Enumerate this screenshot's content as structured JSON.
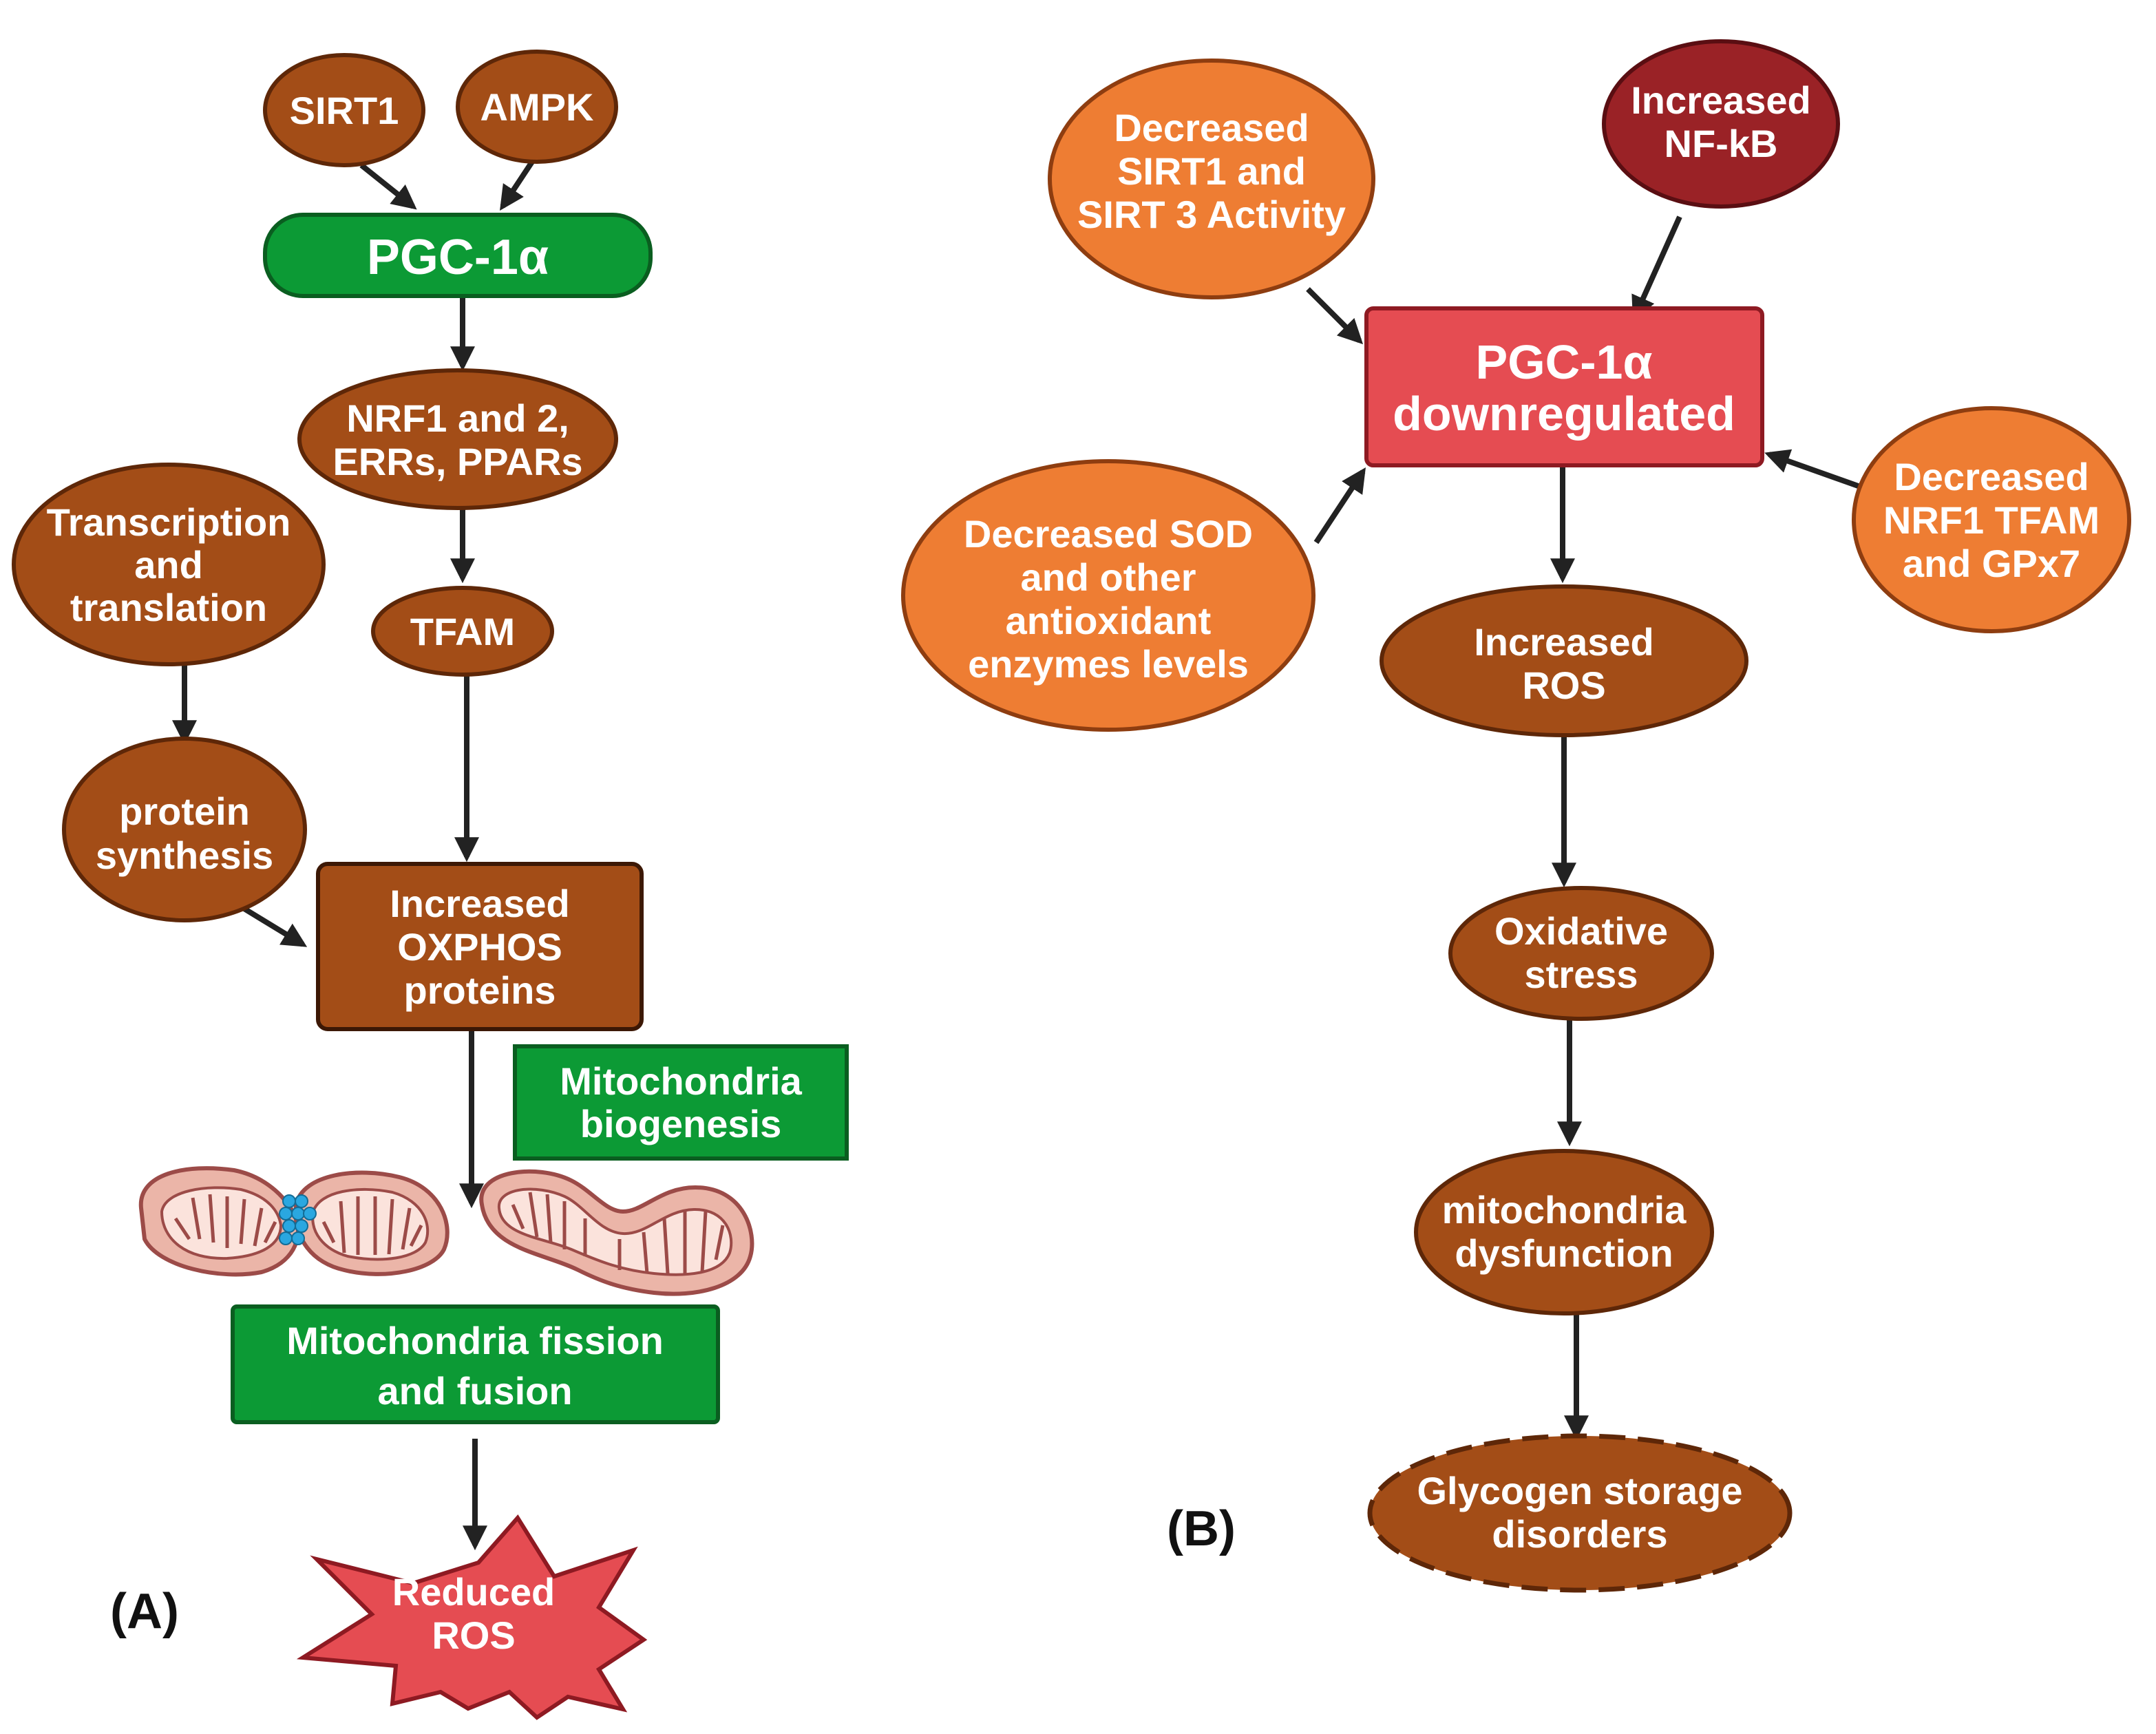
{
  "colors": {
    "brown": "#A34D17",
    "brown_stroke": "#5E2708",
    "green": "#0C9A35",
    "green_stroke": "#0A5E20",
    "orange": "#EE7D33",
    "orange_stroke": "#8E3D10",
    "dark_red": "#9A2226",
    "red": "#E54C52",
    "red_stroke": "#8E1A22",
    "arrow": "#222222",
    "mito_fill": "#EBB5A8",
    "mito_stroke": "#9C4B48",
    "mito_inner": "#FBE3DC",
    "connector_blue": "#2AA7E0"
  },
  "panel_a": {
    "label": "(A)",
    "sirt1": "SIRT1",
    "ampk": "AMPK",
    "pgc1a": "PGC-1α",
    "nrf": [
      "NRF1 and 2,",
      "ERRs, PPARs"
    ],
    "transcription": [
      "Transcription",
      "and",
      "translation"
    ],
    "tfam": "TFAM",
    "protein_synthesis": [
      "protein",
      "synthesis"
    ],
    "oxphos": [
      "Increased",
      "OXPHOS",
      "proteins"
    ],
    "biogenesis": [
      "Mitochondria",
      "biogenesis"
    ],
    "fission_fusion": [
      "Mitochondria fission",
      "and fusion"
    ],
    "reduced_ros": [
      "Reduced",
      "ROS"
    ]
  },
  "panel_b": {
    "label": "(B)",
    "decreased_sirt": [
      "Decreased",
      "SIRT1 and",
      "SIRT 3 Activity"
    ],
    "increased_nfkb": [
      "Increased",
      "NF-kB"
    ],
    "pgc1a_down": [
      "PGC-1α",
      "downregulated"
    ],
    "decreased_sod": [
      "Decreased SOD",
      "and other",
      "antioxidant",
      "enzymes levels"
    ],
    "decreased_nrf1": [
      "Decreased",
      "NRF1 TFAM",
      "and GPx7"
    ],
    "increased_ros": [
      "Increased",
      "ROS"
    ],
    "oxidative_stress": [
      "Oxidative",
      "stress"
    ],
    "mito_dysfunction": [
      "mitochondria",
      "dysfunction"
    ],
    "glycogen": [
      "Glycogen storage",
      "disorders"
    ]
  }
}
